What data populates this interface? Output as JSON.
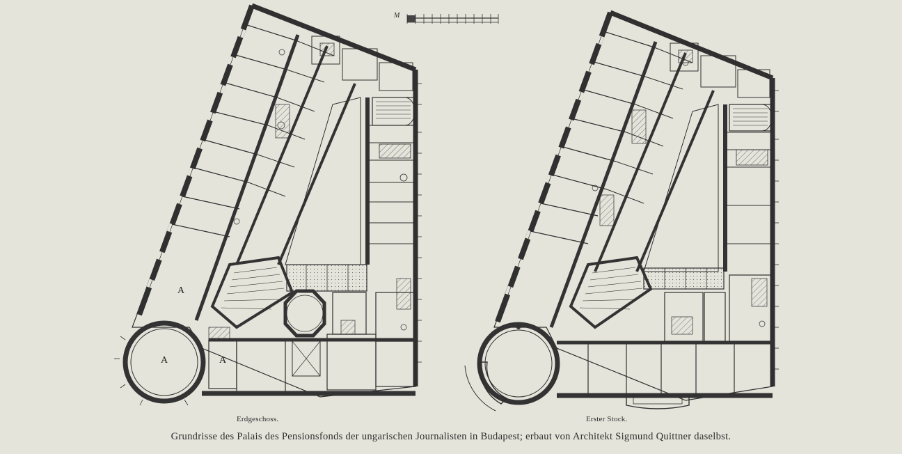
{
  "caption": "Grundrisse des Palais des Pensionsfonds der ungarischen Journalisten in Budapest; erbaut von Architekt Sigmund Quittner daselbst.",
  "plans": {
    "ground": {
      "label": "Erdgeschoss."
    },
    "first": {
      "label": "Erster Stock."
    }
  },
  "scale_bar": {
    "unit_label": "M"
  },
  "room_labels": [
    "A",
    "A",
    "A"
  ],
  "colors": {
    "paper": "#e5e4db",
    "ink": "#2c2c2c",
    "wall": "#333333"
  }
}
